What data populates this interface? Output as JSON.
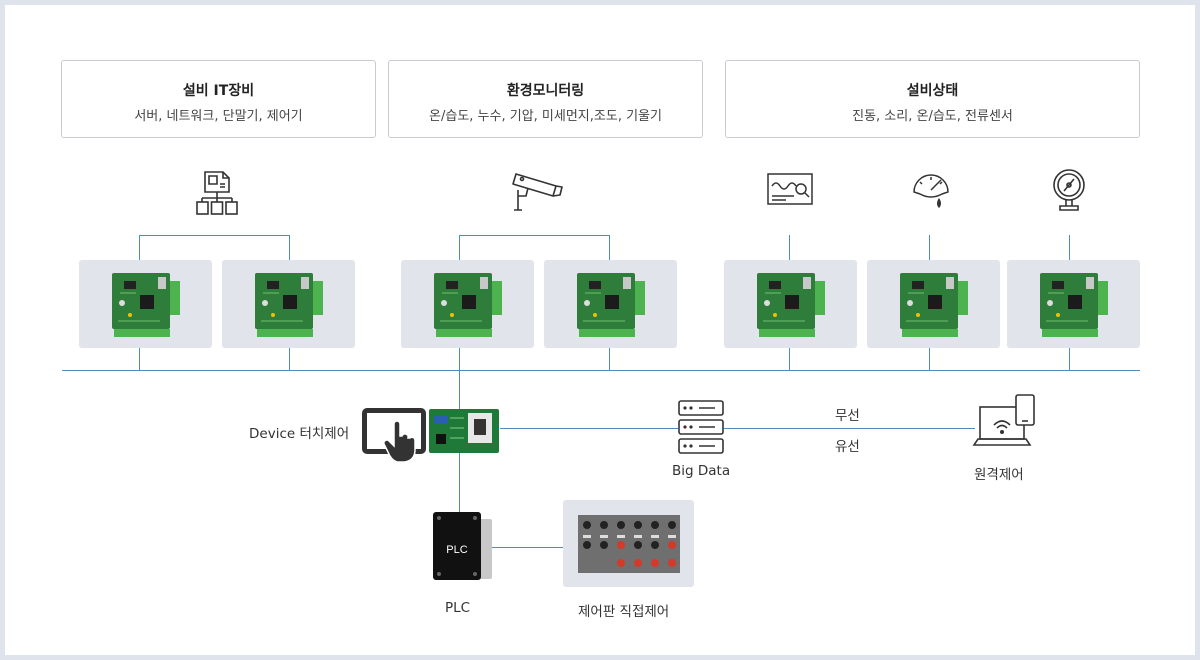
{
  "categories": [
    {
      "title": "설비 IT장비",
      "subtitle": "서버, 네트워크, 단말기, 제어기"
    },
    {
      "title": "환경모니터링",
      "subtitle": "온/습도, 누수, 기압, 미세먼지,조도, 기울기"
    },
    {
      "title": "설비상태",
      "subtitle": "진동, 소리, 온/습도, 전류센서"
    }
  ],
  "sensor_icons": [
    "network-docs-icon",
    "cctv-camera-icon",
    "vibration-monitor-icon",
    "pressure-gauge-icon",
    "manometer-icon"
  ],
  "boards": {
    "count": 7
  },
  "labels": {
    "device_touch": "Device 터치제어",
    "plc_chip": "PLC",
    "plc": "PLC",
    "big_data": "Big Data",
    "wireless": "무선",
    "wired": "유선",
    "remote": "원격제어",
    "panel": "제어판 직접제어"
  },
  "colors": {
    "line": "#4f8ac2",
    "board_green": "#2e7d3a",
    "card_bg": "#e1e4eb",
    "outer_bg": "#dfe3ec"
  }
}
